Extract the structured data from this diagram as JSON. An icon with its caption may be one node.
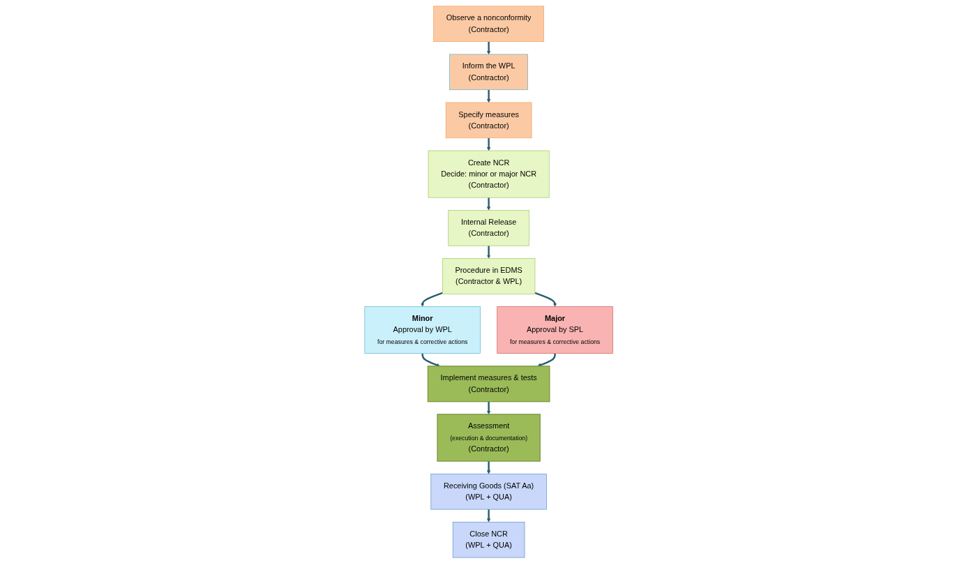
{
  "diagram": {
    "nodes": [
      {
        "text": [
          "Observe a nonconformity",
          "(Contractor)"
        ]
      },
      {
        "text": [
          "Inform the WPL",
          "(Contractor)"
        ]
      },
      {
        "text": [
          "Specify measures",
          "(Contractor)"
        ]
      },
      {
        "text": [
          "Create NCR",
          "Decide: minor or major NCR",
          "(Contractor)"
        ]
      },
      {
        "text": [
          "Internal Release",
          "(Contractor)"
        ]
      },
      {
        "text": [
          "Procedure in EDMS",
          "(Contractor & WPL)"
        ]
      },
      {
        "text": [
          "Minor",
          "Approval by WPL",
          "for measures & corrective actions"
        ]
      },
      {
        "text": [
          "Major",
          "Approval by SPL",
          "for measures & corrective actions"
        ]
      },
      {
        "text": [
          "Implement measures & tests",
          "(Contractor)"
        ]
      },
      {
        "text": [
          "Assessment",
          "(execution & documentation)",
          "(Contractor)"
        ]
      },
      {
        "text": [
          "Receiving Goods (SAT Aa)",
          "(WPL + QUA)"
        ]
      },
      {
        "text": [
          "Close NCR",
          "(WPL + QUA)"
        ]
      }
    ],
    "edges": [
      {
        "from": 0,
        "to": 1,
        "arrow": "to"
      },
      {
        "from": 1,
        "to": 2,
        "arrow": "to"
      },
      {
        "from": 2,
        "to": 3,
        "arrow": "to"
      },
      {
        "from": 3,
        "to": 4,
        "arrow": "to"
      },
      {
        "from": 4,
        "to": 5,
        "arrow": "to"
      },
      {
        "from": 5,
        "to": 6,
        "arrow": "to"
      },
      {
        "from": 5,
        "to": 7,
        "arrow": "to"
      },
      {
        "from": 6,
        "to": 8,
        "arrow": "to"
      },
      {
        "from": 7,
        "to": 8,
        "arrow": "to"
      },
      {
        "from": 8,
        "to": 9,
        "arrow": "to"
      },
      {
        "from": 9,
        "to": 10,
        "arrow": "to"
      },
      {
        "from": 10,
        "to": 11,
        "arrow": "to"
      }
    ]
  }
}
